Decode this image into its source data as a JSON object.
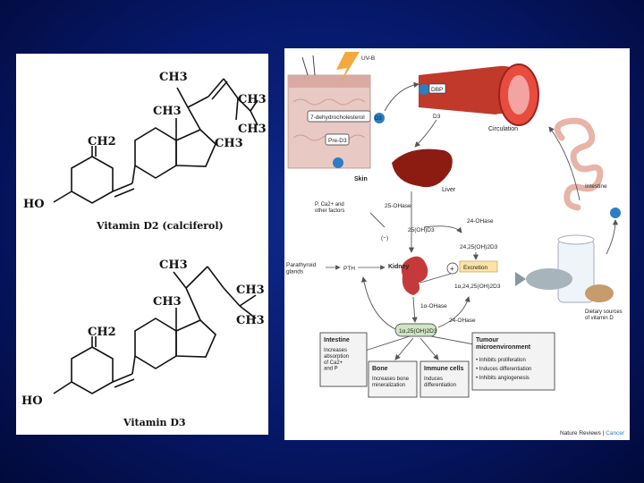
{
  "left": {
    "d2": {
      "labels": {
        "ch3_top": "CH3",
        "ch3_mid": "CH3",
        "ch3_r1": "CH3",
        "ch3_r2": "CH3",
        "ch3_r3": "CH3",
        "ch2": "CH2",
        "ho": "HO"
      },
      "caption": "Vitamin D2 (calciferol)"
    },
    "d3": {
      "labels": {
        "ch3_top": "CH3",
        "ch3_mid": "CH3",
        "ch3_r1": "CH3",
        "ch3_r2": "CH3",
        "ch2": "CH2",
        "ho": "HO"
      },
      "caption": "Vitamin D3"
    }
  },
  "right": {
    "uvb": "UV-B",
    "dehydro": "7-dehydrocholesterol",
    "pre_d3": "Pre-D3",
    "d3_circle": "D3",
    "skin": "Skin",
    "dbp": "DBP",
    "d3_small": "D3",
    "circulation": "Circulation",
    "intestine_top": "Intestine",
    "liver": "Liver",
    "hase25": "25-OHase",
    "factors": "P, Ca2+ and\nother factors",
    "minus": "(−)",
    "ohd3": "25(OH)D3",
    "hase24_top": "24-OHase",
    "d24_25": "24,25(OH)2D3",
    "excretion": "Excretion",
    "parathyroid": "Parathyroid\nglands",
    "pth": "PTH",
    "kidney": "Kidney",
    "d1_24_25": "1α,24,25(OH)2D3",
    "hase1a": "1α-OHase",
    "hase24_bottom": "24-OHase",
    "calcitriol": "1α,25(OH)2D3",
    "dietary": "Dietary sources\nof vitamin D",
    "box_intestine": {
      "title": "Intestine",
      "body": "Increases\nabsorption\nof Ca2+\nand P"
    },
    "box_bone": {
      "title": "Bone",
      "body": "Increases bone\nmineralization"
    },
    "box_immune": {
      "title": "Immune cells",
      "body": "Induces\ndifferentiation"
    },
    "box_tumour": {
      "title": "Tumour\nmicroenvironment",
      "items": [
        "• Inhibits proliferation",
        "• Induces differentiation",
        "• Inhibits angiogenesis"
      ]
    },
    "credit_a": "Nature Reviews",
    "credit_sep": " | ",
    "credit_b": "Cancer"
  },
  "colors": {
    "accent_blue": "#2b7ec1",
    "excretion_fill": "#fde3a7",
    "box_fill": "#f3f3f3",
    "kidney": "#c43a3a",
    "liver": "#8c1c12",
    "calcitriol_fill": "#cfe6c5"
  }
}
